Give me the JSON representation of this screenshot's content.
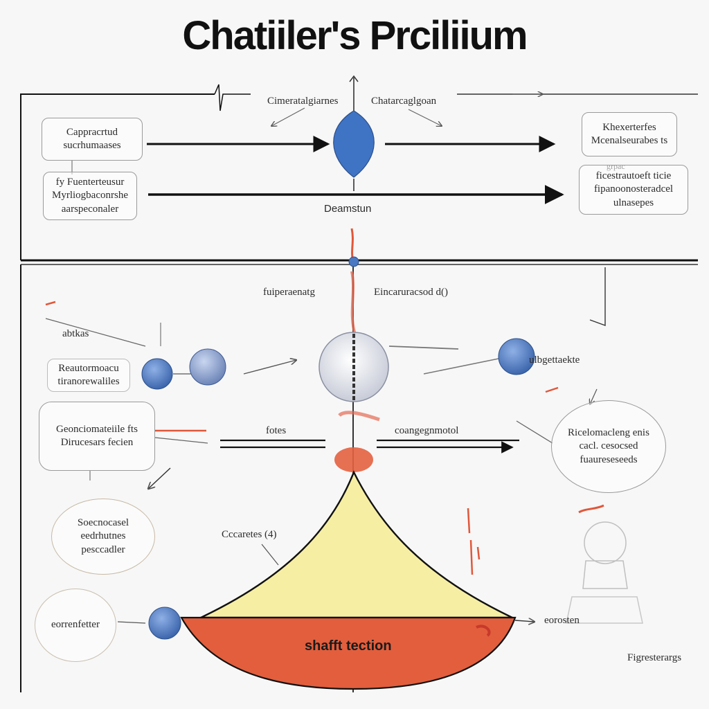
{
  "title": "Chatiiler's Prciliium",
  "top_section": {
    "top_left_label": "Cimeratalgiarnes",
    "top_right_label": "Chatarcaglgoan",
    "center_label": "Deamstun",
    "left_box_1": [
      "Cappracrtud",
      "sucrhumaases"
    ],
    "left_box_2": [
      "fy Fuenterteusur",
      "Myrliogbaconrshe",
      "aarspeconaler"
    ],
    "right_box_1": [
      "Khexerterfes",
      "Mcenalseurabes ts"
    ],
    "right_box_2_small": "grpac",
    "right_box_2": [
      "ficestrautoeft ticie",
      "fipanoonosteradcel",
      "ulnasepes"
    ]
  },
  "bottom_section": {
    "left_top_label": "abtkas",
    "left_circle_label": [
      "Reautormoacu",
      "tiranorewaliles"
    ],
    "left_box_3": [
      "Geonciomateiile fts",
      "Dirucesars fecien"
    ],
    "center_left_label": "fuiperaenatg",
    "center_right_label": "Eincaruracsod d()",
    "right_circle_label": "ulbgettaekte",
    "mid_small_label": "fotes",
    "mid_right_label": "coangegnmotol",
    "right_big_circle": [
      "Ricelomacleng enis",
      "cacl. cesocsed",
      "fuaureseseeds"
    ],
    "left_circle_4": [
      "Soecnocasel",
      "eedrhutnes",
      "pesccadler"
    ],
    "left_circle_5": "eorrenfetter",
    "triangle_label": "Cccaretes (4)",
    "bottom_band_label": "shafft tection",
    "right_bottom_label": "eorosten",
    "right_footer_label": "Figresterargs"
  },
  "colors": {
    "blue": "#4a78c2",
    "red": "#e3603f",
    "yellow": "#f5eda0",
    "ink": "#111111"
  }
}
